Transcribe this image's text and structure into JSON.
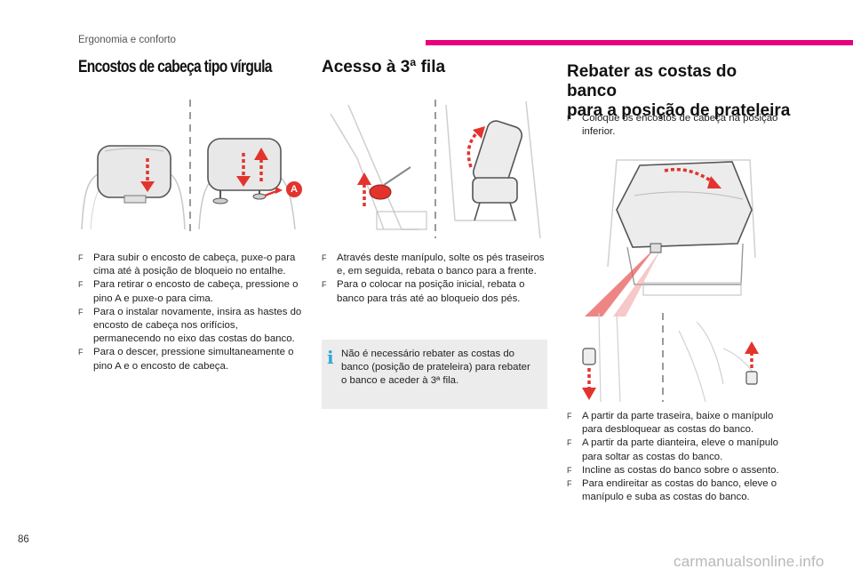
{
  "header": {
    "section_label": "Ergonomia e conforto",
    "accent_color": "#e6007e"
  },
  "column1": {
    "title": "Encostos de cabeça tipo vírgula",
    "callout_label": "A",
    "callout_color": "#e2342d",
    "bullets": [
      "Para subir o encosto de cabeça, puxe-o para cima até à posição de bloqueio no entalhe.",
      "Para retirar o encosto de cabeça, pressione o pino A e puxe-o para cima.",
      "Para o instalar novamente, insira as hastes do encosto de cabeça nos orifícios, permanecendo no eixo das costas do banco.",
      "Para o descer, pressione simultaneamente o pino A e o encosto de cabeça."
    ]
  },
  "column2": {
    "title": "Acesso à 3ª fila",
    "bullets": [
      "Através deste manípulo, solte os pés traseiros e, em seguida, rebata o banco para a frente.",
      "Para o colocar na posição inicial, rebata o banco para trás até ao bloqueio dos pés."
    ],
    "info_text": "Não é necessário rebater as costas do banco (posição de prateleira) para rebater o banco e aceder à 3ª fila.",
    "info_icon": "i",
    "info_color": "#2fa8d6"
  },
  "column3": {
    "title_line1": "Rebater as costas do banco",
    "title_line2": "para a posição de prateleira",
    "intro_bullet": "Coloque os encostos de cabeça na posição inferior.",
    "bullets": [
      "A partir da parte traseira, baixe o manípulo para desbloquear as costas do banco.",
      "A partir da parte dianteira, eleve o manípulo para soltar as costas do banco.",
      "Incline as costas do banco sobre o assento.",
      "Para endireitar as costas do banco, eleve o manípulo e suba as costas do banco."
    ]
  },
  "bullet_mark": "F",
  "footer": {
    "page_number": "86",
    "watermark": "carmanualsonline.info"
  }
}
